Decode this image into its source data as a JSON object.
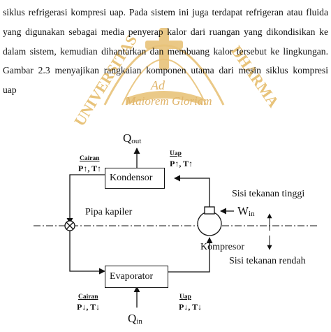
{
  "paragraph": {
    "lines": [
      "siklus refrigerasi kompresi uap. Pada sistem ini juga terdapat refrigeran atau fluida",
      "yang digunakan sebagai media penyerap kalor dari ruangan yang dikondisikan ke",
      "dalam sistem, kemudian dihantarkan dan membuang kalor tersebut ke lingkungan.",
      "Gambar 2.3 menyajikan rangkaian komponen utama dari mesin siklus kompresi",
      "uap"
    ]
  },
  "watermark": {
    "motto_line1": "Ad",
    "motto_line2": "Maiorem Gloriam",
    "arc_left": "UNIVERSITAS",
    "arc_right": "DHARMA",
    "color": "#e8c37a"
  },
  "diagram": {
    "q_out": {
      "base": "Q",
      "sub": "out"
    },
    "q_in": {
      "base": "Q",
      "sub": "in"
    },
    "kondensor": "Kondensor",
    "evaporator": "Evaporator",
    "pipa_kapiler": "Pipa kapiler",
    "kompresor": "Kompresor",
    "sisi_tinggi": "Sisi tekanan tinggi",
    "sisi_rendah": "Sisi tekanan rendah",
    "w_in": {
      "base": "W",
      "sub": "in"
    },
    "cairan_top": {
      "head": "Cairan",
      "state": "P↑, T↑"
    },
    "uap_top": {
      "head": "Uap",
      "state": "P↑, T↑"
    },
    "cairan_bottom": {
      "head": "Cairan",
      "state": "P↓, T↓"
    },
    "uap_bottom": {
      "head": "Uap",
      "state": "P↓, T↓"
    }
  }
}
